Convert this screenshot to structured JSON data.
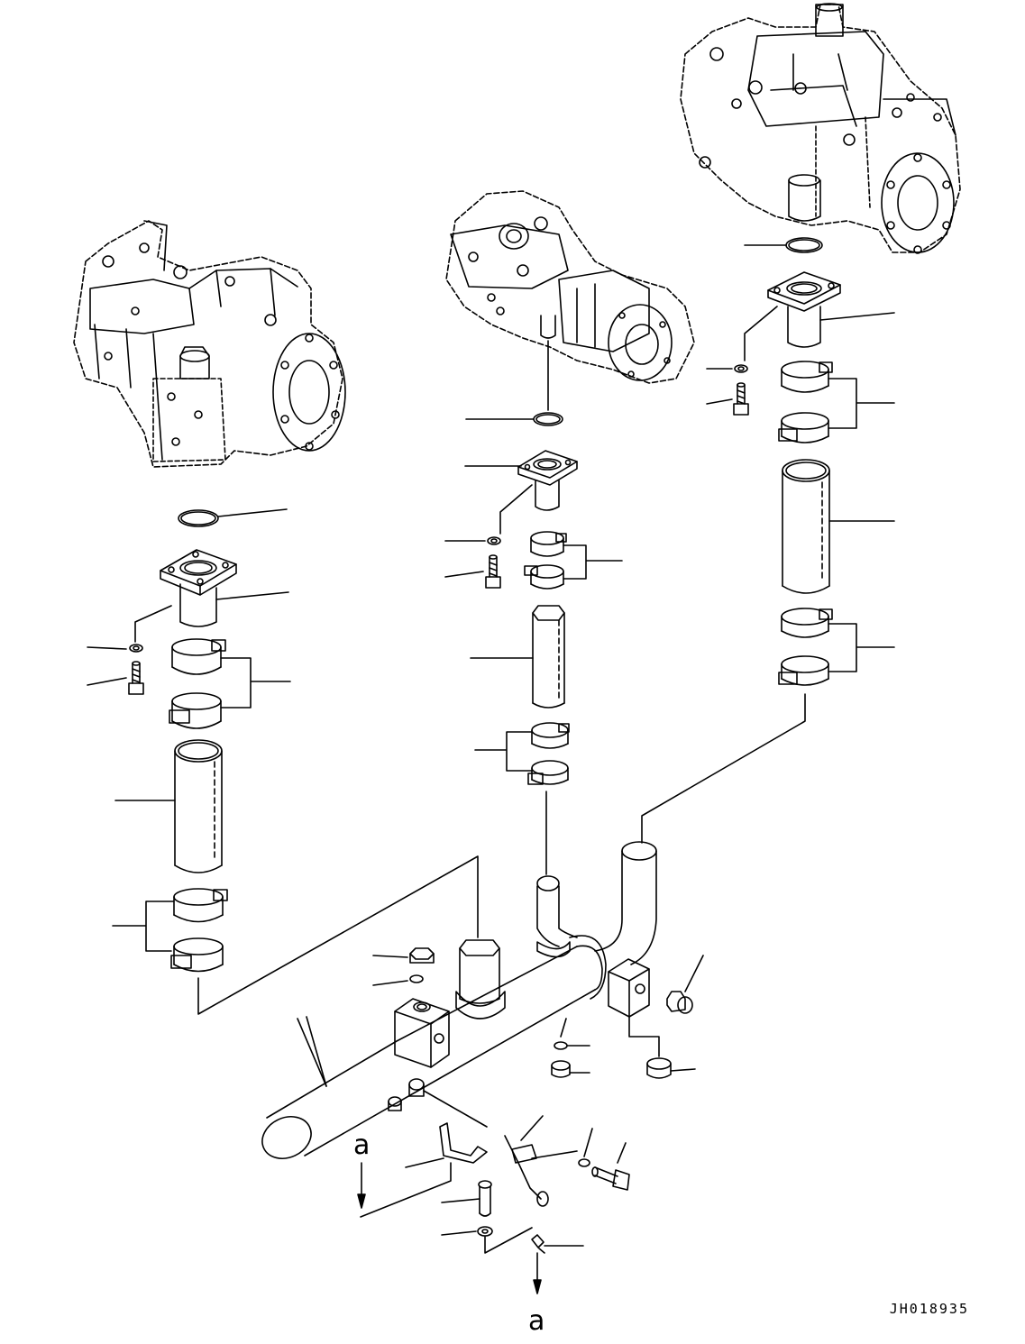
{
  "diagram": {
    "drawing_number": "JH018935",
    "callouts": [
      "a",
      "a"
    ]
  }
}
